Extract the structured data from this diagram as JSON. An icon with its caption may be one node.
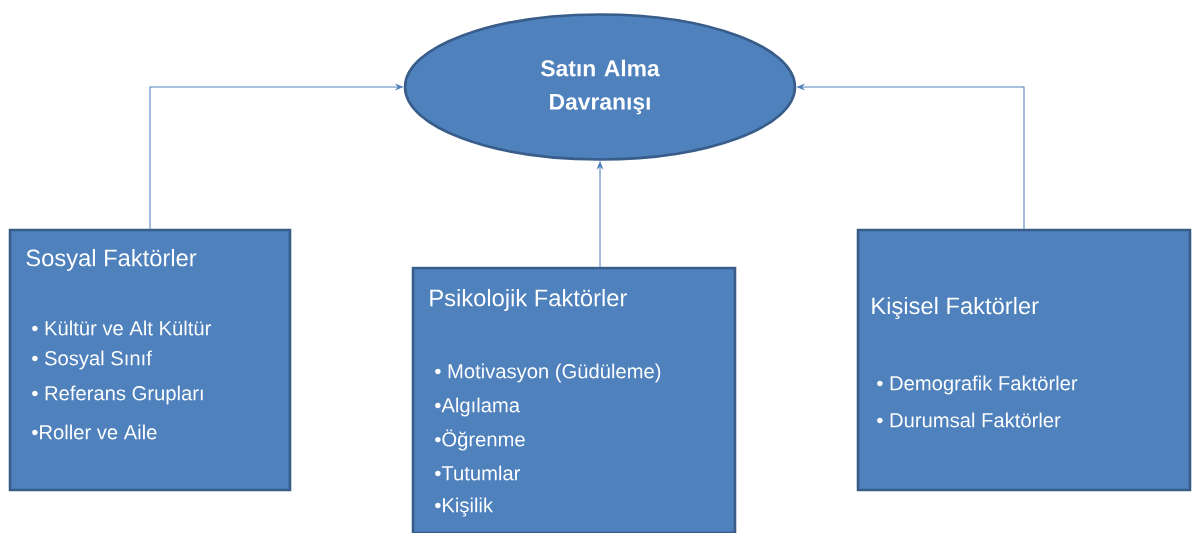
{
  "diagram": {
    "nodes": [
      {
        "text": [
          "Satın Alma Davranışı"
        ]
      },
      {
        "text": [
          "Sosyal Faktörler",
          "• Kültür ve Alt Kültür",
          "• Sosyal Sınıf",
          "• Referans Grupları",
          "•Roller ve Aile"
        ]
      },
      {
        "text": [
          "Psikolojik Faktörler",
          "• Motivasyon (Güdüleme)",
          "•Algılama",
          "•Öğrenme",
          "•Tutumlar",
          "•Kişilik"
        ]
      },
      {
        "text": [
          "Kişisel Faktörler",
          "• Demografik Faktörler",
          "• Durumsal Faktörler"
        ]
      }
    ],
    "edges": [
      {
        "from": 1,
        "to": 0,
        "arrow": "to"
      },
      {
        "from": 2,
        "to": 0,
        "arrow": "to"
      },
      {
        "from": 3,
        "to": 0,
        "arrow": "to"
      }
    ]
  }
}
